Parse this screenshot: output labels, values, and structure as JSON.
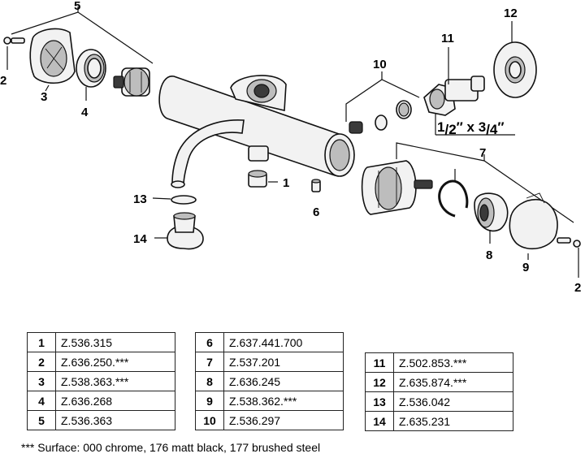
{
  "callouts": {
    "c1": "1",
    "c2a": "2",
    "c2b": "2",
    "c3": "3",
    "c4": "4",
    "c5": "5",
    "c6": "6",
    "c7": "7",
    "c8": "8",
    "c9": "9",
    "c10": "10",
    "c11": "11",
    "c12": "12",
    "c13": "13",
    "c14": "14"
  },
  "thread_label": {
    "a": "1",
    "b": "/",
    "c": "2",
    "d": "″ x ",
    "e": "3",
    "f": "/",
    "g": "4",
    "h": "″"
  },
  "table1": [
    {
      "num": "1",
      "code": "Z.536.315"
    },
    {
      "num": "2",
      "code": "Z.636.250.***"
    },
    {
      "num": "3",
      "code": "Z.538.363.***"
    },
    {
      "num": "4",
      "code": "Z.636.268"
    },
    {
      "num": "5",
      "code": "Z.536.363"
    }
  ],
  "table2": [
    {
      "num": "6",
      "code": "Z.637.441.700"
    },
    {
      "num": "7",
      "code": "Z.537.201"
    },
    {
      "num": "8",
      "code": "Z.636.245"
    },
    {
      "num": "9",
      "code": "Z.538.362.***"
    },
    {
      "num": "10",
      "code": "Z.536.297"
    }
  ],
  "table3": [
    {
      "num": "11",
      "code": "Z.502.853.***"
    },
    {
      "num": "12",
      "code": "Z.635.874.***"
    },
    {
      "num": "13",
      "code": "Z.536.042"
    },
    {
      "num": "14",
      "code": "Z.635.231"
    }
  ],
  "footnote": "*** Surface: 000 chrome, 176 matt black, 177 brushed steel"
}
